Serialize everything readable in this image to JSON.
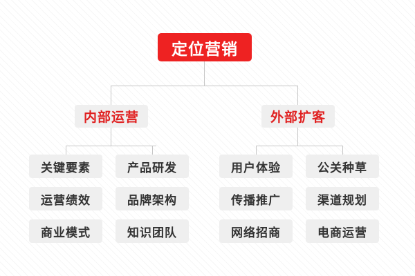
{
  "diagram": {
    "type": "org-tree",
    "root": {
      "label": "定位营销"
    },
    "branches": [
      {
        "label": "内部运营",
        "columns": [
          {
            "items": [
              "关键要素",
              "运营绩效",
              "商业模式"
            ]
          },
          {
            "items": [
              "产品研发",
              "品牌架构",
              "知识团队"
            ]
          }
        ]
      },
      {
        "label": "外部扩客",
        "columns": [
          {
            "items": [
              "用户体验",
              "传播推广",
              "网络招商"
            ]
          },
          {
            "items": [
              "公关种草",
              "渠道规划",
              "电商运营"
            ]
          }
        ]
      }
    ],
    "colors": {
      "root_background": "#ee2222",
      "root_text": "#ffffff",
      "branch_background": "#efefef",
      "branch_text": "#e02020",
      "leaf_background": "#efefef",
      "leaf_text": "#333333",
      "connector": "#c6c6c6",
      "page_background": "#ffffff"
    }
  }
}
